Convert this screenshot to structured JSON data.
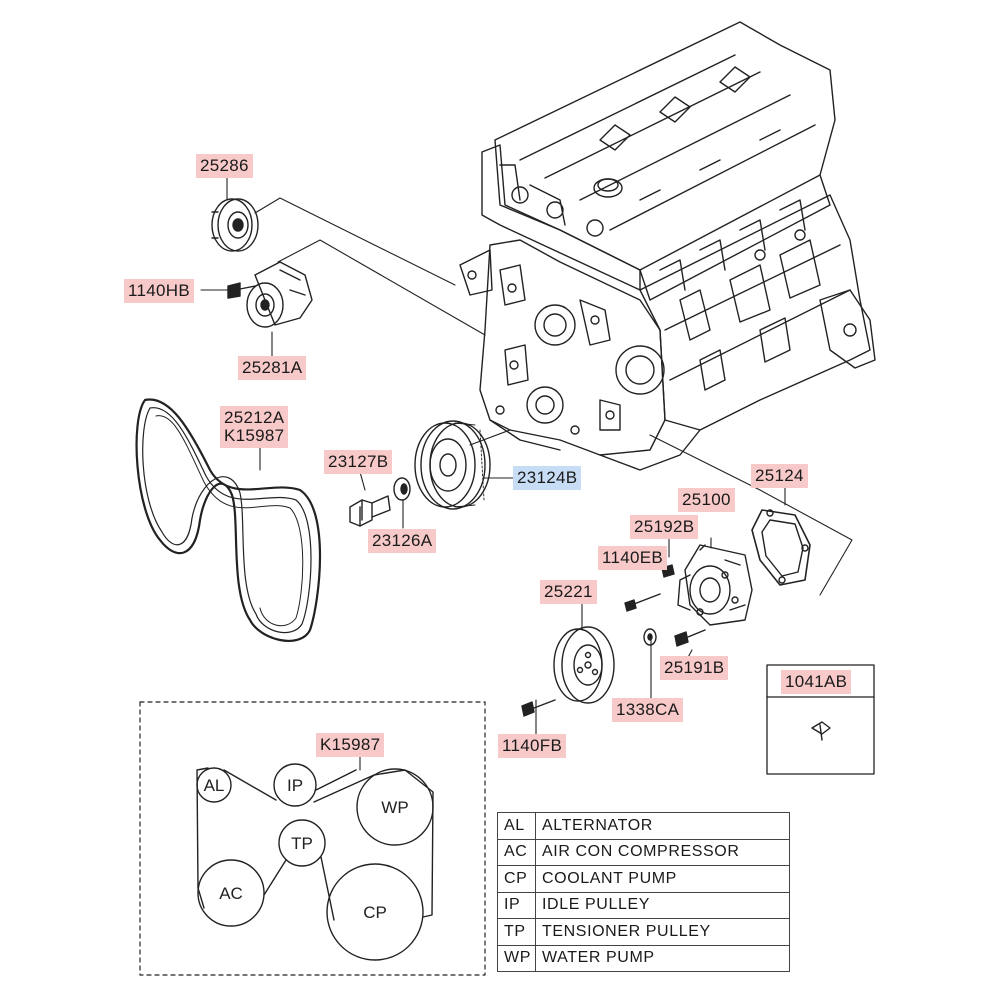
{
  "callouts": {
    "c25286": "25286",
    "c1140HB": "1140HB",
    "c25281A": "25281A",
    "c25212A": "25212A",
    "cK15987_belt": "K15987",
    "c23127B": "23127B",
    "c23126A": "23126A",
    "c23124B": "23124B",
    "c25124": "25124",
    "c25100": "25100",
    "c25192B": "25192B",
    "c1140EB": "1140EB",
    "c25221": "25221",
    "c25191B": "25191B",
    "c1338CA": "1338CA",
    "c1140FB": "1140FB",
    "c1041AB": "1041AB",
    "cK15987_inset": "K15987"
  },
  "belt_diagram": {
    "AL": "AL",
    "IP": "IP",
    "WP": "WP",
    "TP": "TP",
    "AC": "AC",
    "CP": "CP"
  },
  "legend": [
    {
      "code": "AL",
      "name": "ALTERNATOR"
    },
    {
      "code": "AC",
      "name": "AIR CON COMPRESSOR"
    },
    {
      "code": "CP",
      "name": "COOLANT PUMP"
    },
    {
      "code": "IP",
      "name": "IDLE PULLEY"
    },
    {
      "code": "TP",
      "name": "TENSIONER PULLEY"
    },
    {
      "code": "WP",
      "name": "WATER PUMP"
    }
  ],
  "colors": {
    "callout_pink": "#f7c9c9",
    "callout_blue_selected": "#c7dcf5",
    "line": "#222222"
  }
}
